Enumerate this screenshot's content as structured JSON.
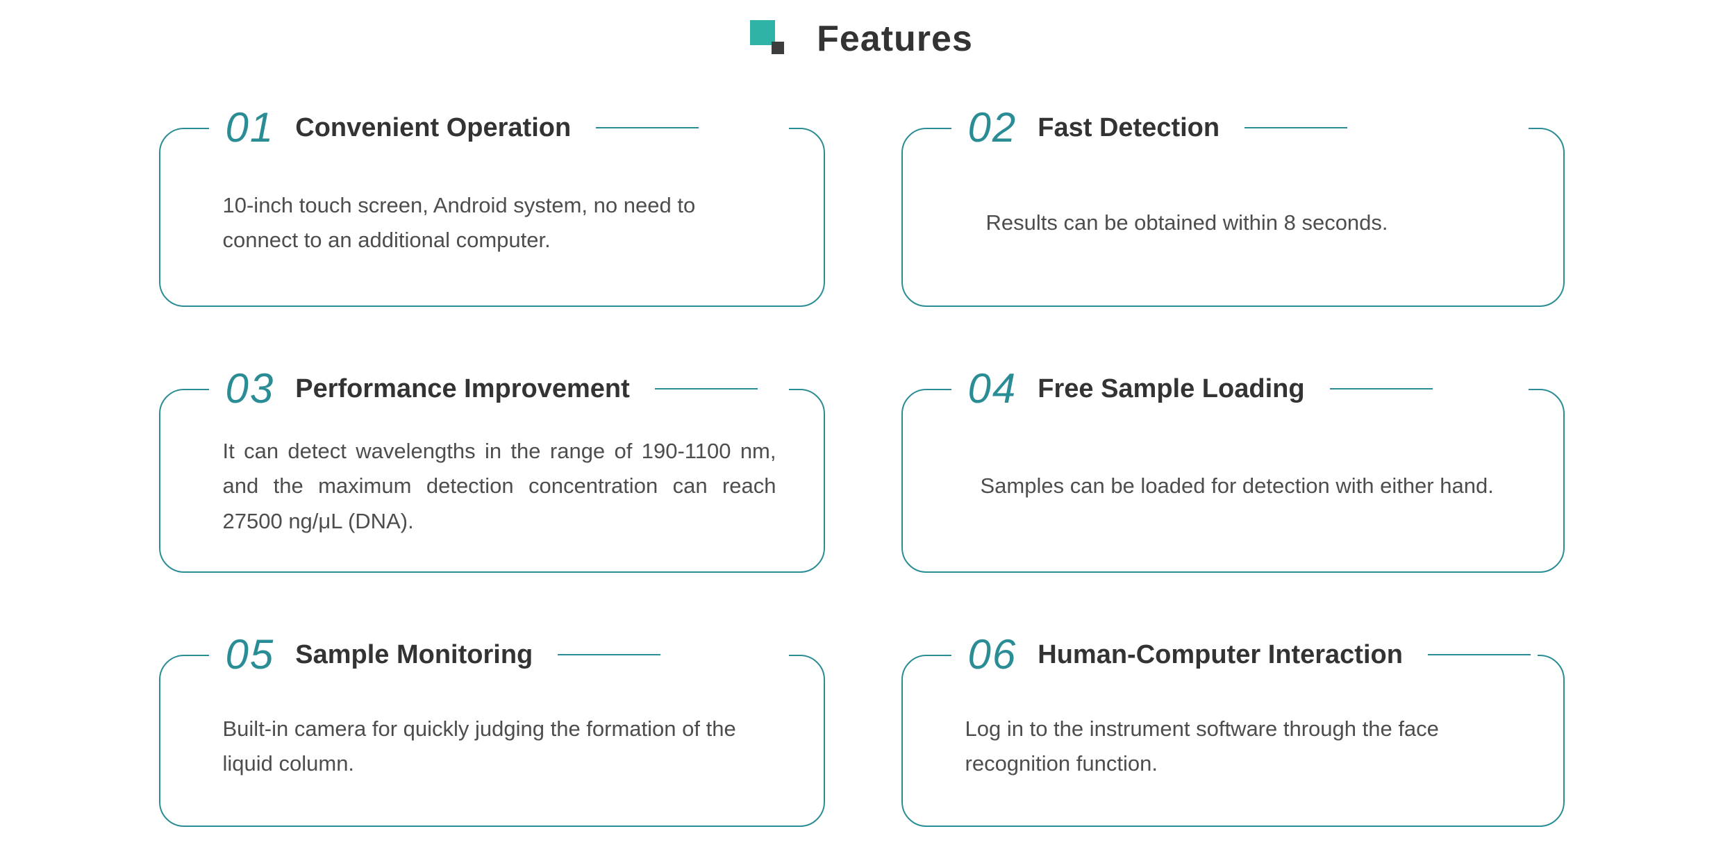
{
  "header": {
    "title": "Features"
  },
  "theme": {
    "accent": "#2a8c94",
    "icon_teal": "#2fb3a6",
    "icon_dark": "#3d3d3d",
    "heading": "#333333",
    "body": "#4d4d4d",
    "bg": "#ffffff"
  },
  "features": [
    {
      "number": "01",
      "title": "Convenient Operation",
      "description": "10-inch touch screen, Android system, no need to connect to an additional computer."
    },
    {
      "number": "02",
      "title": "Fast Detection",
      "description": "Results can be obtained within 8 seconds."
    },
    {
      "number": "03",
      "title": "Performance Improvement",
      "description": "It can detect wavelengths in the range of 190-1100 nm, and the maximum detection concentration can reach 27500 ng/μL (DNA)."
    },
    {
      "number": "04",
      "title": "Free Sample Loading",
      "description": "Samples can be loaded for detection with either hand."
    },
    {
      "number": "05",
      "title": "Sample Monitoring",
      "description": "Built-in camera for quickly judging the formation of the liquid column."
    },
    {
      "number": "06",
      "title": "Human-Computer Interaction",
      "description": "Log in to the instrument software through the face recognition function."
    }
  ]
}
